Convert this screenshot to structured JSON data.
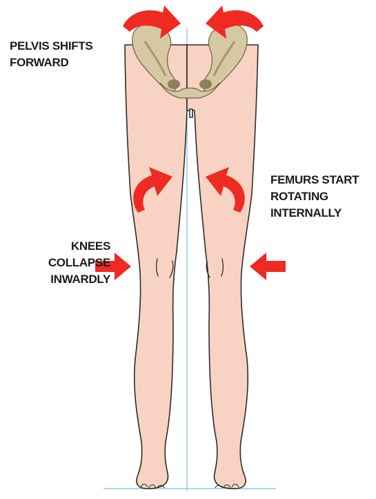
{
  "labels": {
    "pelvis": {
      "line1": "PELVIS SHIFTS",
      "line2": "FORWARD"
    },
    "femurs": {
      "line1": "FEMURS START",
      "line2": "ROTATING",
      "line3": "INTERNALLY"
    },
    "knees": {
      "line1": "KNEES",
      "line2": "COLLAPSE",
      "line3": "INWARDLY"
    }
  },
  "colors": {
    "skin": "#f8d3c3",
    "outline": "#2b2b2b",
    "bone": "#d6c8a4",
    "bone_shadow": "#8f7f5a",
    "arrow": "#ee2a23",
    "guide_line": "#8ec9e8",
    "text": "#1a1a1a"
  }
}
